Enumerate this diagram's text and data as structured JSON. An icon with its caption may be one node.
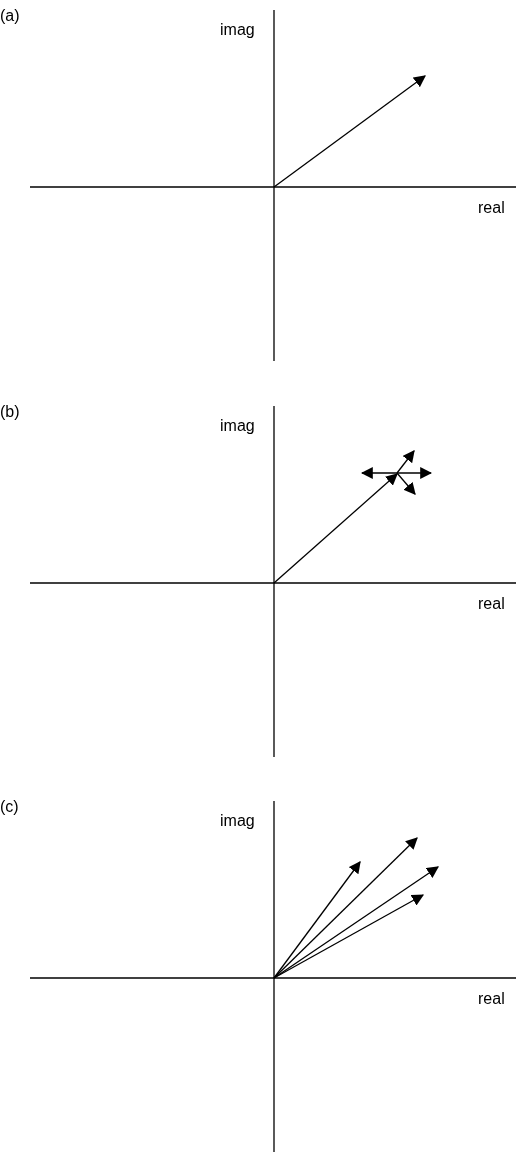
{
  "diagram": {
    "labels": [
      "(a)",
      "imag",
      "real",
      "(b)",
      "imag",
      "real",
      "(c)",
      "imag",
      "real"
    ]
  }
}
